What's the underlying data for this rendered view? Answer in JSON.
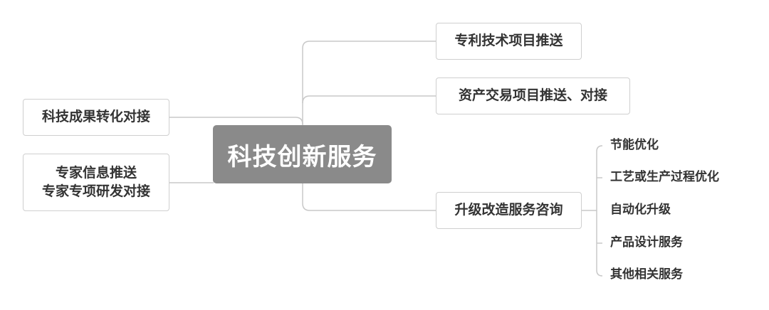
{
  "center": {
    "label": "科技创新服务"
  },
  "left_nodes": [
    {
      "lines": [
        "科技成果转化对接"
      ]
    },
    {
      "lines": [
        "专家信息推送",
        "专家专项研发对接"
      ]
    }
  ],
  "right_nodes": [
    {
      "label": "专利技术项目推送"
    },
    {
      "label": "资产交易项目推送、对接"
    },
    {
      "label": "升级改造服务咨询"
    }
  ],
  "sub_items": [
    {
      "label": "节能优化"
    },
    {
      "label": "工艺或生产过程优化"
    },
    {
      "label": "自动化升级"
    },
    {
      "label": "产品设计服务"
    },
    {
      "label": "其他相关服务"
    }
  ],
  "colors": {
    "center_bg": "#8a8a8a",
    "border": "#cfcfcf",
    "connector": "#c8c8c8",
    "text": "#333333"
  }
}
